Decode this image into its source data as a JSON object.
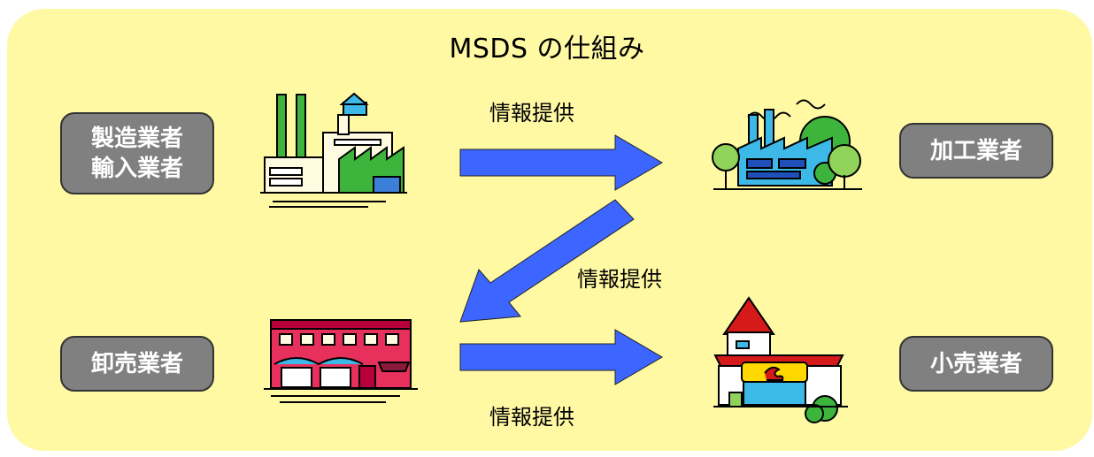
{
  "title": "MSDS の仕組み",
  "actors": {
    "manufacturer": {
      "line1": "製造業者",
      "line2": "輸入業者"
    },
    "processor": {
      "label": "加工業者"
    },
    "wholesaler": {
      "label": "卸売業者"
    },
    "retailer": {
      "label": "小売業者"
    }
  },
  "flows": [
    {
      "from": "manufacturer",
      "to": "processor",
      "label": "情報提供"
    },
    {
      "from": "processor",
      "to": "wholesaler",
      "label": "情報提供"
    },
    {
      "from": "wholesaler",
      "to": "retailer",
      "label": "情報提供"
    }
  ],
  "icons": {
    "manufacturer": "factory-icon",
    "processor": "processing-plant-icon",
    "wholesaler": "warehouse-icon",
    "retailer": "store-icon"
  },
  "colors": {
    "panel": "#fff9a4",
    "box": "#808080",
    "arrow": "#3c66ff"
  }
}
